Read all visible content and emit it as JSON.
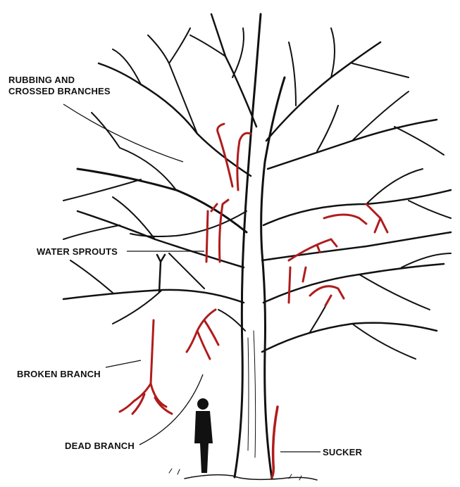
{
  "labels": {
    "rubbing_line1": "RUBBING AND",
    "rubbing_line2": "CROSSED BRANCHES",
    "water_sprouts": "WATER SPROUTS",
    "broken_branch": "BROKEN BRANCH",
    "dead_branch": "DEAD BRANCH",
    "sucker": "SUCKER"
  },
  "colors": {
    "tree": "#111111",
    "problem_branches": "#b01c1c",
    "background": "#ffffff"
  }
}
